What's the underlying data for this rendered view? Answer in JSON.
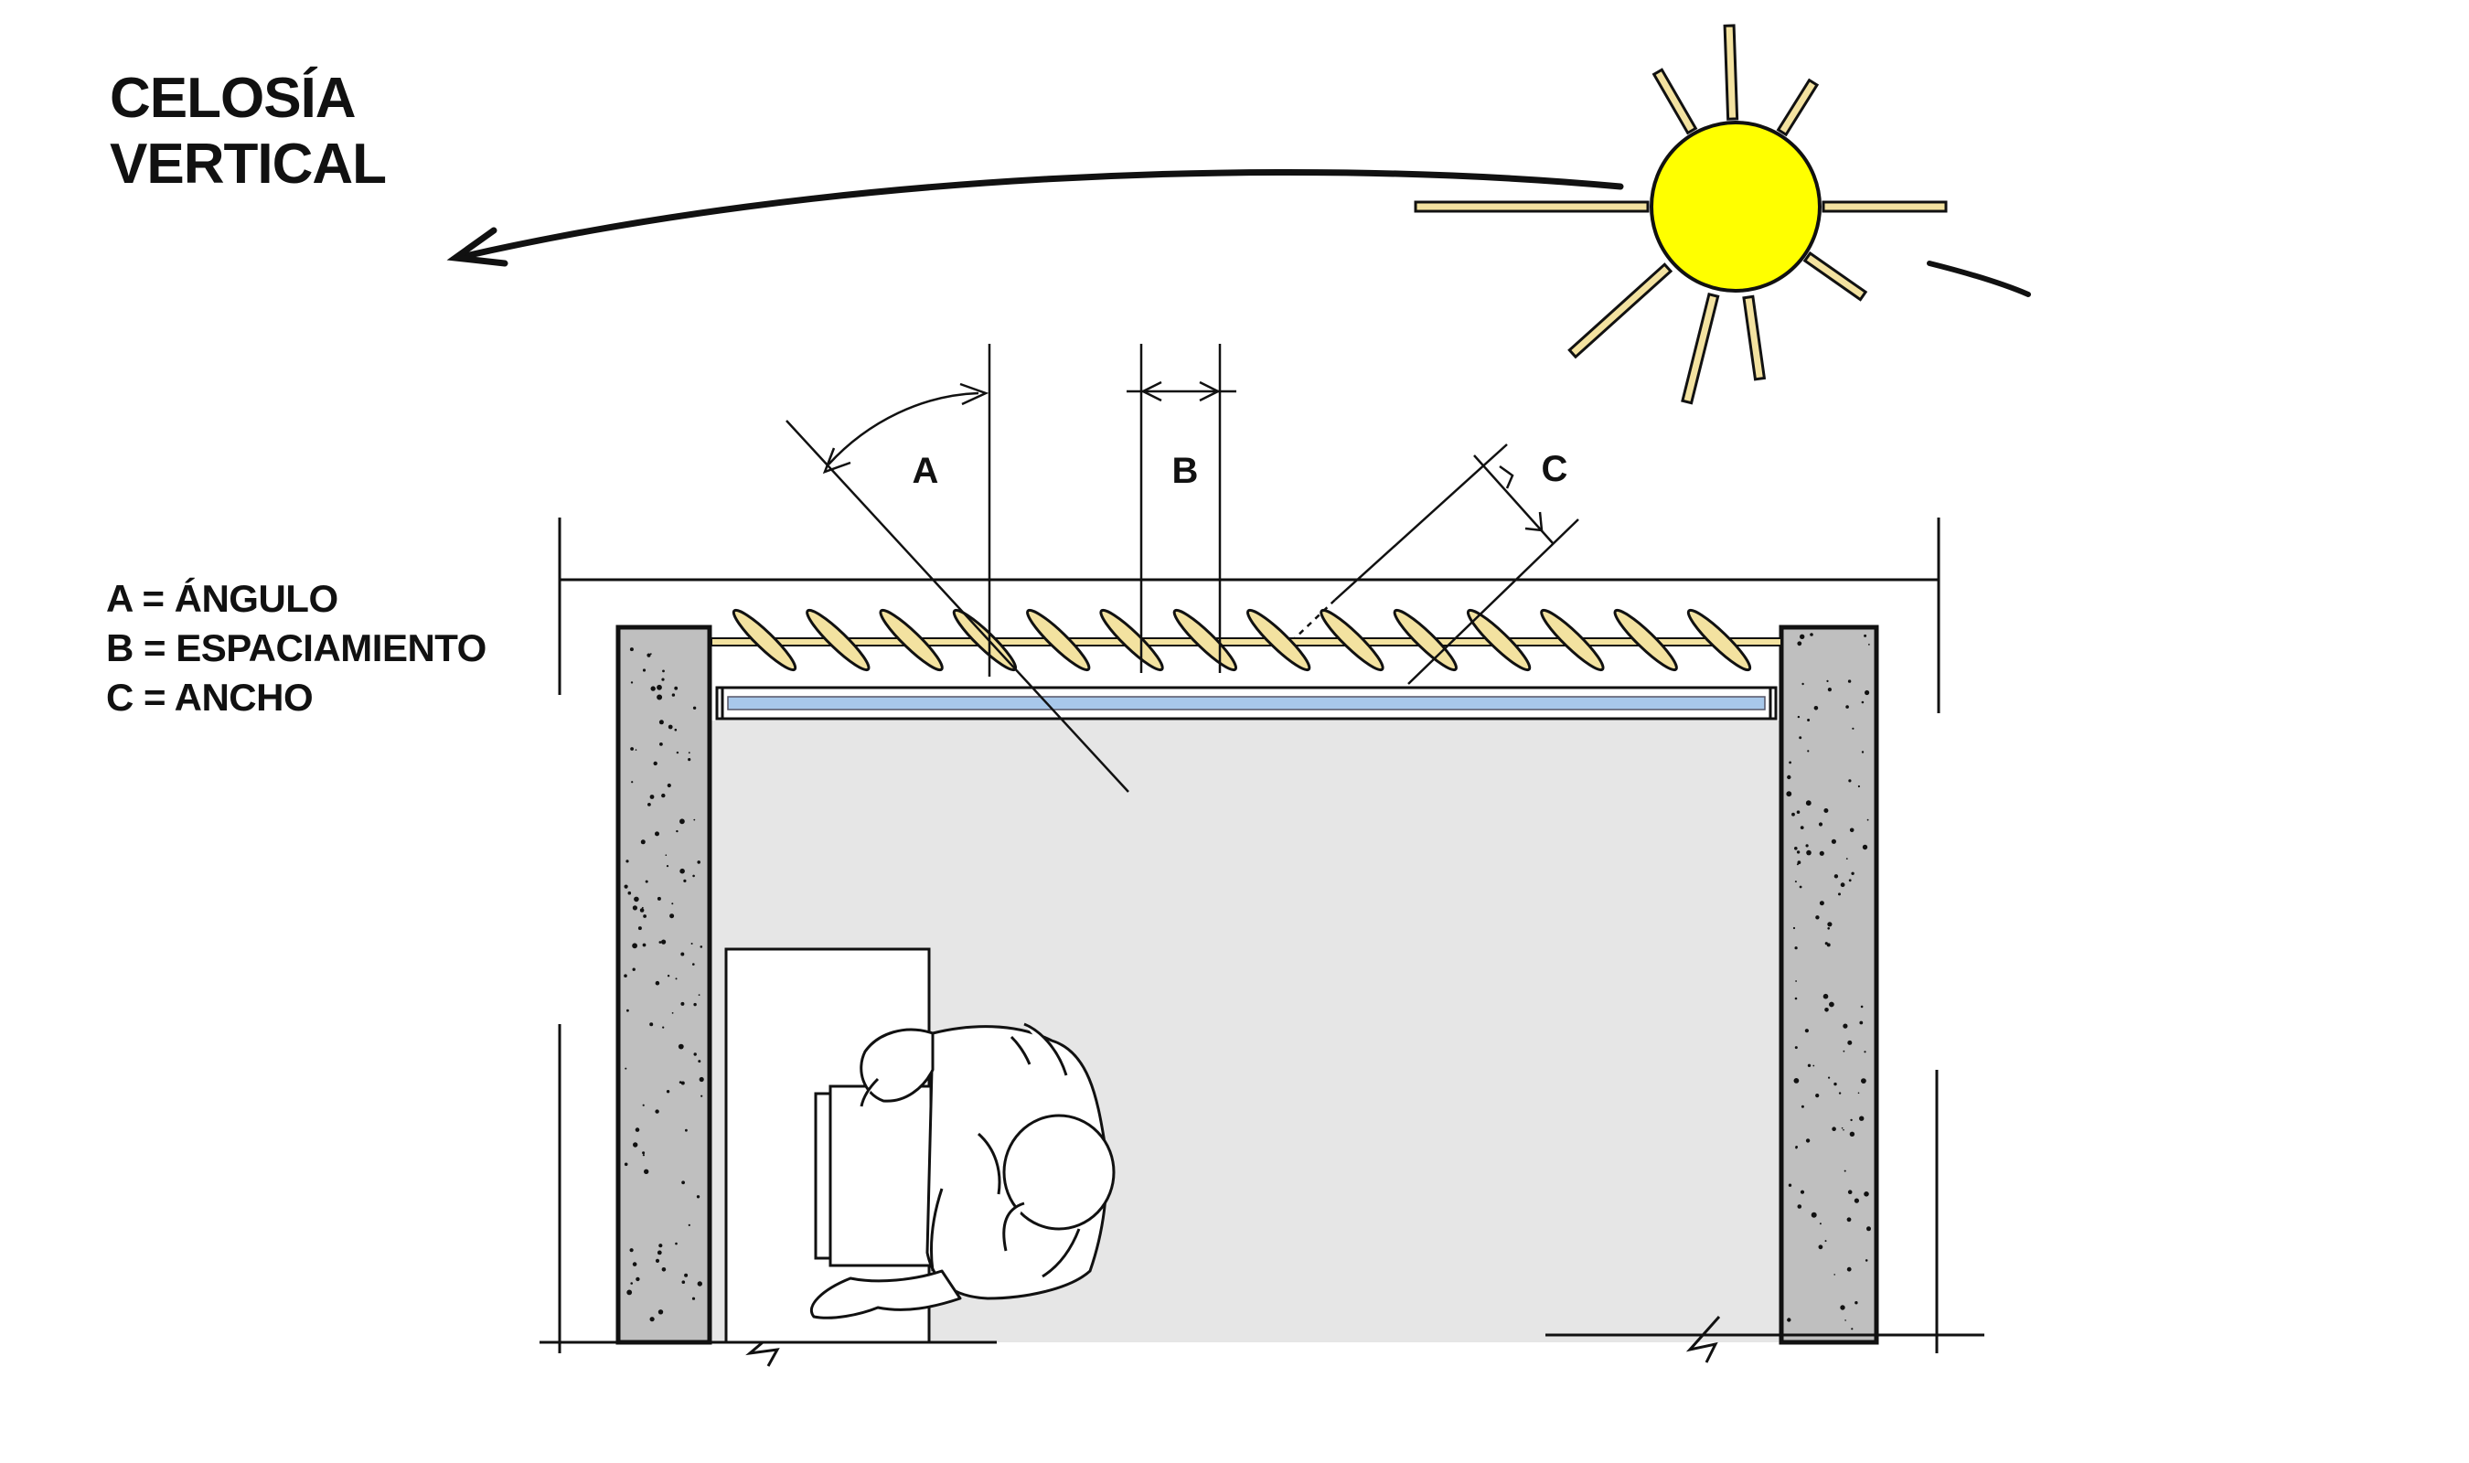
{
  "title": {
    "line1": "CELOSÍA",
    "line2": "VERTICAL"
  },
  "labels": {
    "angle": "A",
    "spacing": "B",
    "width": "C"
  },
  "legend": [
    "A = ÁNGULO",
    "B = ESPACIAMIENTO",
    "C = ANCHO"
  ],
  "colors": {
    "sun": "#ffff00",
    "wall": "#bfbfbf",
    "floor": "#e6e6e6",
    "louver": "#f3e2a0",
    "glass": "#a8c8ea",
    "ink": "#111111"
  },
  "louvers": {
    "count": 14
  }
}
